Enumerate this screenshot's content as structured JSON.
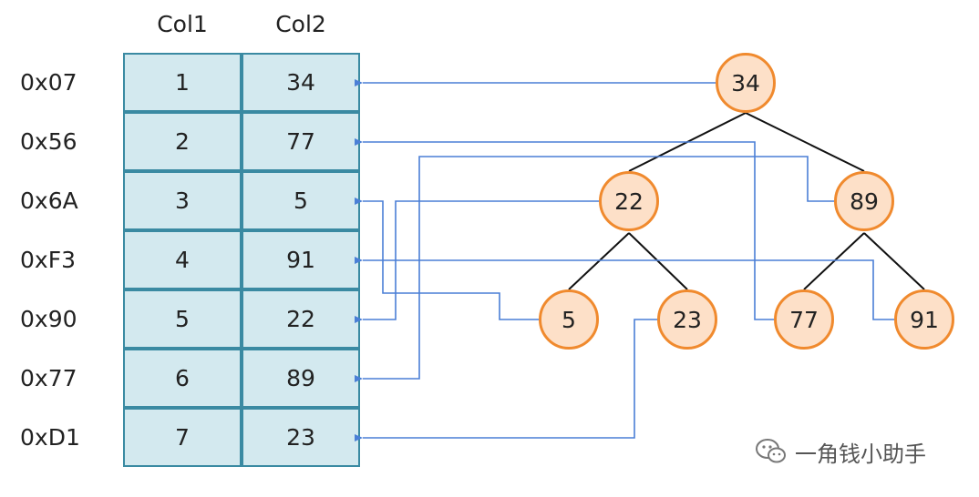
{
  "table": {
    "headers": [
      "Col1",
      "Col2"
    ],
    "rows": [
      {
        "address": "0x07",
        "col1": "1",
        "col2": "34"
      },
      {
        "address": "0x56",
        "col1": "2",
        "col2": "77"
      },
      {
        "address": "0x6A",
        "col1": "3",
        "col2": "5"
      },
      {
        "address": "0xF3",
        "col1": "4",
        "col2": "91"
      },
      {
        "address": "0x90",
        "col1": "5",
        "col2": "22"
      },
      {
        "address": "0x77",
        "col1": "6",
        "col2": "89"
      },
      {
        "address": "0xD1",
        "col1": "7",
        "col2": "23"
      }
    ]
  },
  "tree": {
    "nodes": [
      {
        "id": "n34",
        "label": "34"
      },
      {
        "id": "n22",
        "label": "22"
      },
      {
        "id": "n89",
        "label": "89"
      },
      {
        "id": "n5",
        "label": "5"
      },
      {
        "id": "n23",
        "label": "23"
      },
      {
        "id": "n77",
        "label": "77"
      },
      {
        "id": "n91",
        "label": "91"
      }
    ],
    "edges": [
      [
        "n34",
        "n22"
      ],
      [
        "n34",
        "n89"
      ],
      [
        "n22",
        "n5"
      ],
      [
        "n22",
        "n23"
      ],
      [
        "n89",
        "n77"
      ],
      [
        "n89",
        "n91"
      ]
    ],
    "pointers": [
      {
        "node": "n34",
        "row": 0
      },
      {
        "node": "n77",
        "row": 1
      },
      {
        "node": "n5",
        "row": 2
      },
      {
        "node": "n91",
        "row": 3
      },
      {
        "node": "n22",
        "row": 4
      },
      {
        "node": "n89",
        "row": 5
      },
      {
        "node": "n23",
        "row": 6
      }
    ]
  },
  "colors": {
    "cell_fill": "#d3e9ef",
    "cell_border": "#3a8aa2",
    "node_fill": "#fde0c8",
    "node_border": "#f08a2e",
    "pointer_line": "#4a7fd6",
    "tree_edge": "#111111"
  },
  "watermark": {
    "text": "一角钱小助手",
    "icon": "wechat-chat-bubble-icon"
  }
}
